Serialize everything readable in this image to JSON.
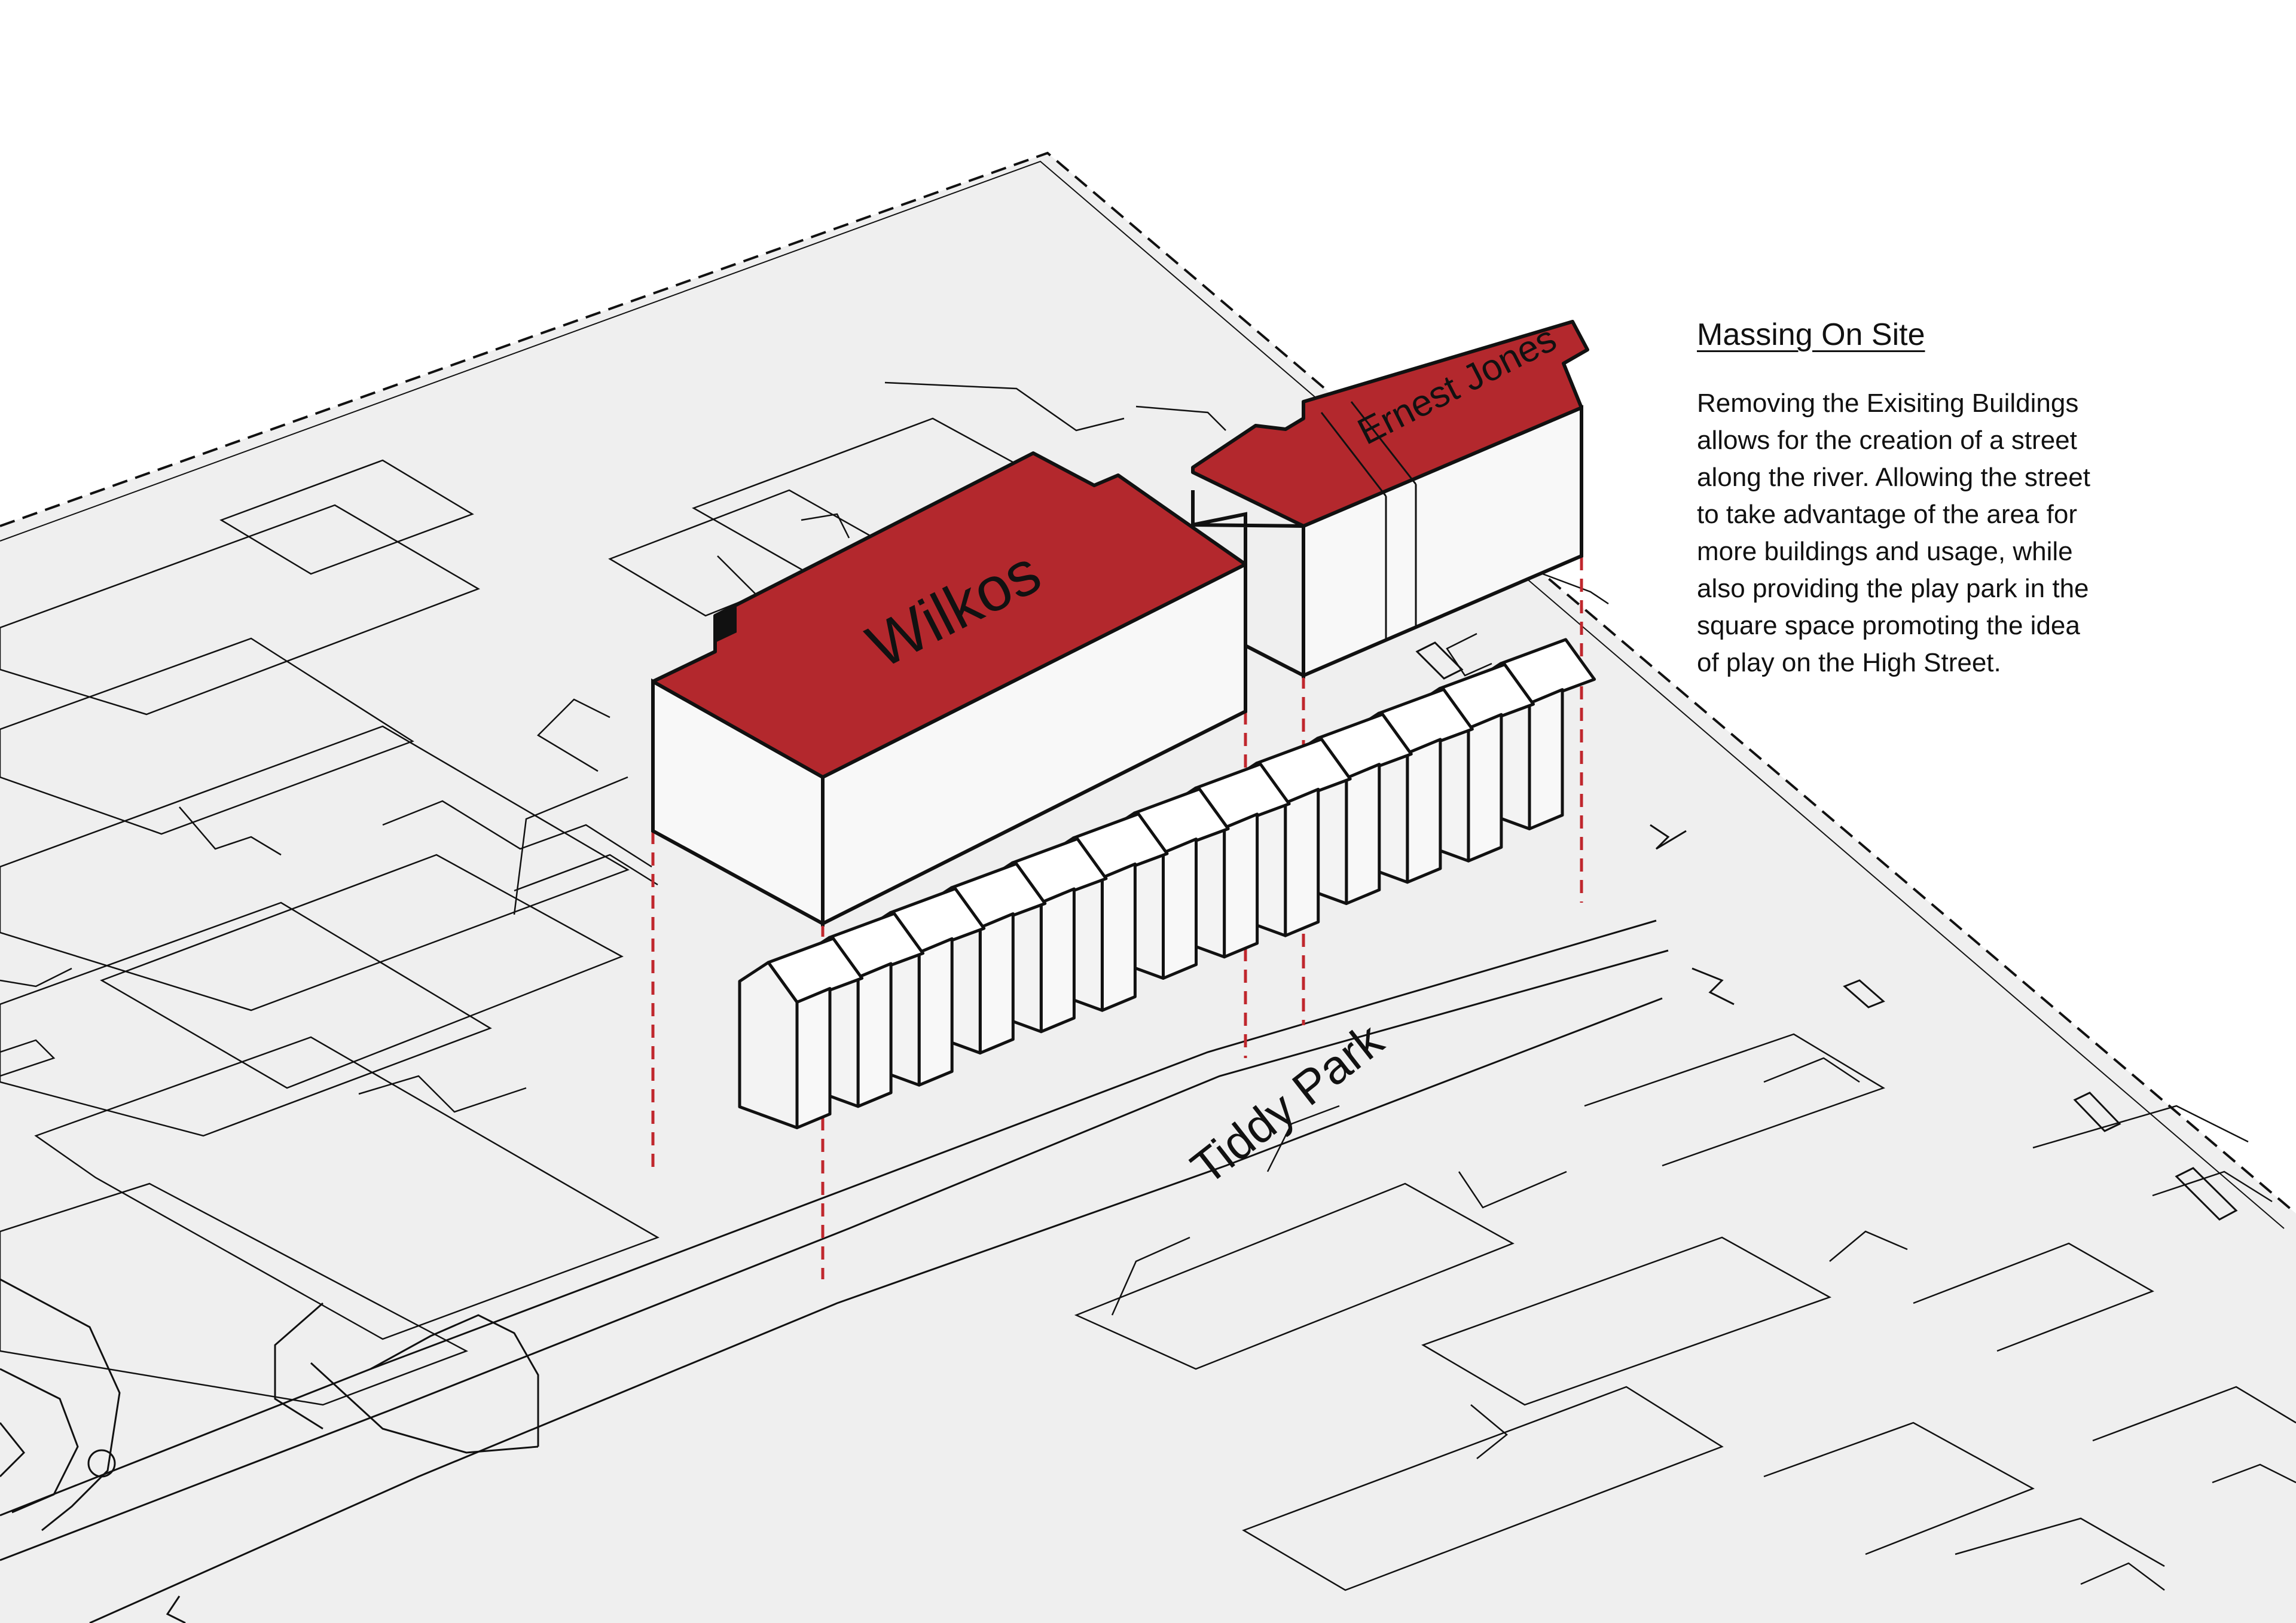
{
  "colors": {
    "background": "#ffffff",
    "site_ground": "#efefef",
    "linework": "#111111",
    "roof_red": "#b3282d",
    "wall_light": "#f8f8f8",
    "wall_shade": "#e9e9e9",
    "leader_dash": "#c0272d"
  },
  "labels": {
    "building_large": "Wilkos",
    "building_small": "Ernest Jones",
    "street": "Tiddy Park"
  },
  "caption": {
    "title": "Massing On Site",
    "lines": [
      "Removing the Exisiting Buildings",
      "allows for the creation of a street",
      "along the river. Allowing the street",
      "to take advantage of the area for",
      "more buildings and usage, while",
      "also providing the play park in the",
      "square space promoting the idea",
      "of play on the High Street."
    ]
  }
}
